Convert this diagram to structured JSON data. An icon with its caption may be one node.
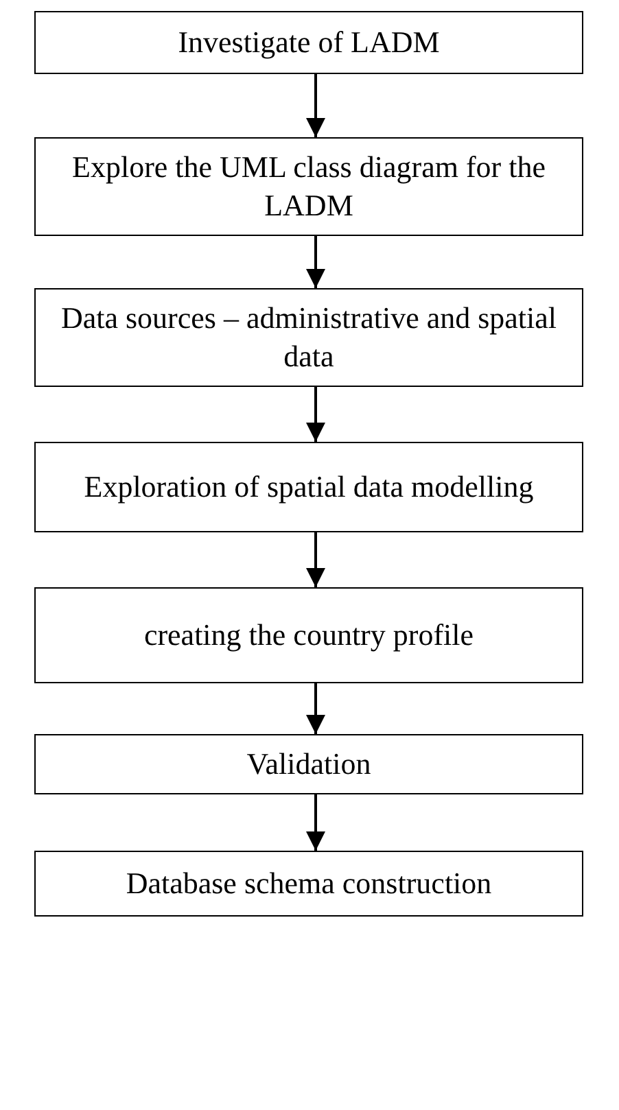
{
  "diagram": {
    "nodes": [
      {
        "text": [
          "Investigate of LADM"
        ]
      },
      {
        "text": [
          "Explore the UML class diagram for the LADM"
        ]
      },
      {
        "text": [
          "Data sources – administrative and spatial data"
        ]
      },
      {
        "text": [
          "Exploration of spatial data modelling"
        ]
      },
      {
        "text": [
          "creating the country profile"
        ]
      },
      {
        "text": [
          "Validation"
        ]
      },
      {
        "text": [
          "Database schema construction"
        ]
      }
    ],
    "edges": [
      {
        "from": 0,
        "to": 1,
        "arrow": "to"
      },
      {
        "from": 1,
        "to": 2,
        "arrow": "to"
      },
      {
        "from": 2,
        "to": 3,
        "arrow": "to"
      },
      {
        "from": 3,
        "to": 4,
        "arrow": "to"
      },
      {
        "from": 4,
        "to": 5,
        "arrow": "to"
      },
      {
        "from": 5,
        "to": 6,
        "arrow": "to"
      }
    ]
  }
}
